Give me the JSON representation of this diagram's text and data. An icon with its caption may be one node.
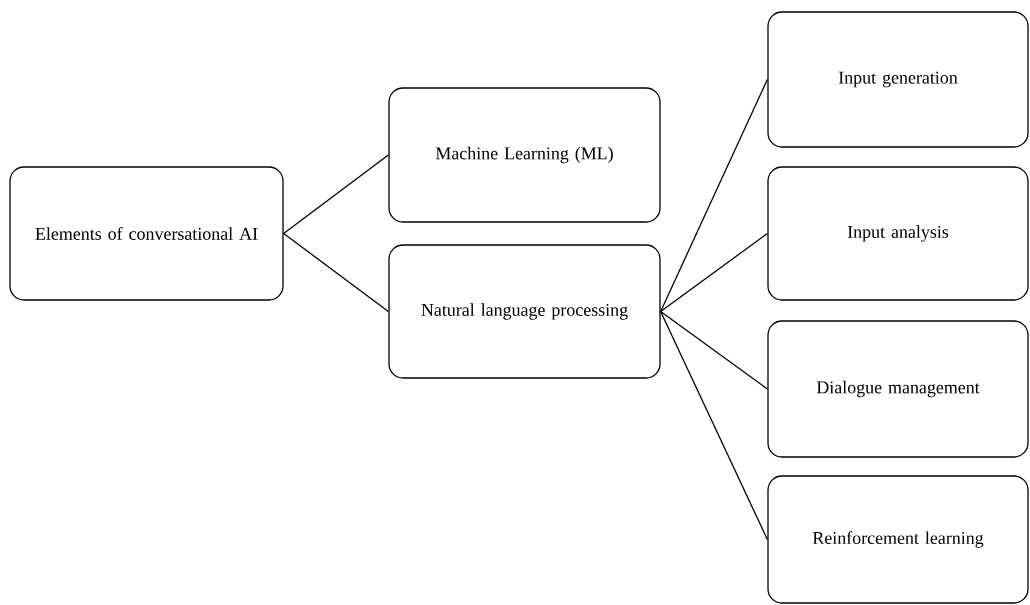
{
  "diagram": {
    "nodes": [
      {
        "text": [
          "Elements of conversational AI"
        ]
      },
      {
        "text": [
          "Machine Learning (ML)"
        ]
      },
      {
        "text": [
          "Natural language processing"
        ]
      },
      {
        "text": [
          "Input generation"
        ]
      },
      {
        "text": [
          "Input analysis"
        ]
      },
      {
        "text": [
          "Dialogue management"
        ]
      },
      {
        "text": [
          "Reinforcement learning"
        ]
      }
    ],
    "edges": [
      {
        "from": 0,
        "to": 1,
        "arrow": "none"
      },
      {
        "from": 0,
        "to": 2,
        "arrow": "none"
      },
      {
        "from": 2,
        "to": 3,
        "arrow": "none"
      },
      {
        "from": 2,
        "to": 4,
        "arrow": "none"
      },
      {
        "from": 2,
        "to": 5,
        "arrow": "none"
      },
      {
        "from": 2,
        "to": 6,
        "arrow": "none"
      }
    ]
  }
}
